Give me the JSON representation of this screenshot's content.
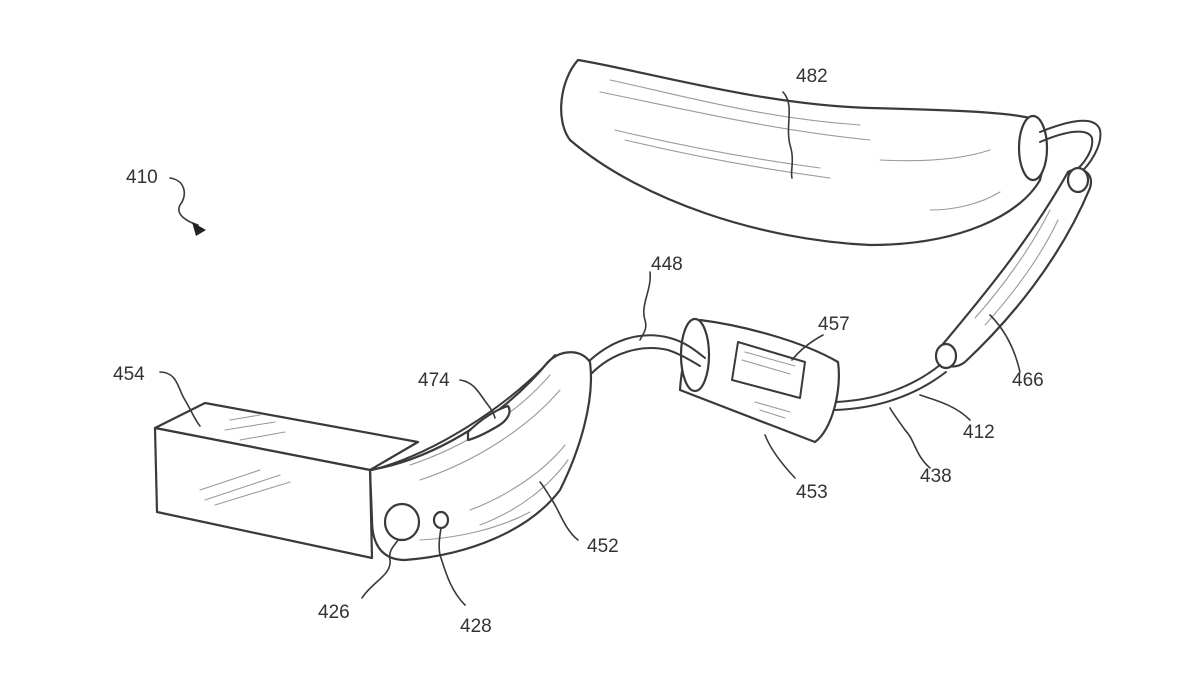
{
  "labels": {
    "device": "410",
    "frame_band": "412",
    "button_large": "426",
    "button_small": "428",
    "cable": "438",
    "joint": "448",
    "housing": "452",
    "pod_inner": "453",
    "pod_window": "457",
    "display_block": "454",
    "earpiece": "466",
    "slot": "474",
    "nose_bridge": "482"
  },
  "colors": {
    "line": "#3a3a3a",
    "hatch": "#9a9a9a",
    "background": "#ffffff"
  },
  "icons": {
    "arrow": "arrowhead-icon"
  }
}
